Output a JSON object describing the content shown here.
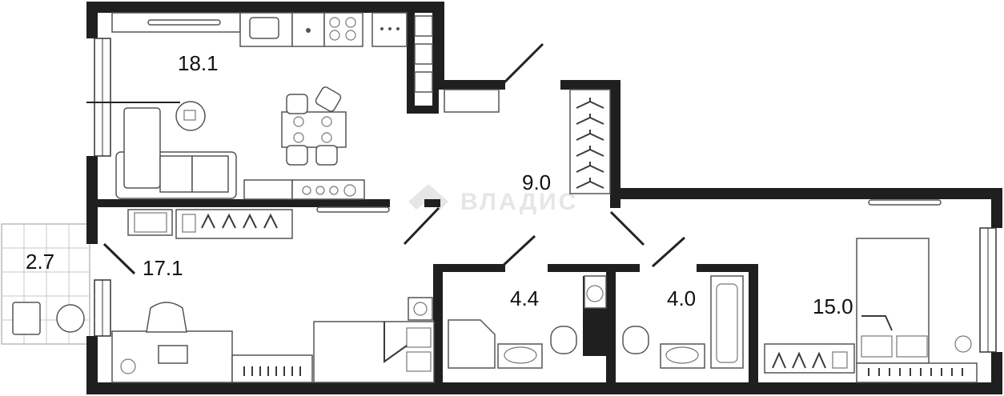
{
  "rooms": [
    {
      "id": "kitchen-living",
      "area": "18.1"
    },
    {
      "id": "hall",
      "area": "9.0"
    },
    {
      "id": "balcony",
      "area": "2.7"
    },
    {
      "id": "living",
      "area": "17.1"
    },
    {
      "id": "bathroom-1",
      "area": "4.4"
    },
    {
      "id": "bathroom-2",
      "area": "4.0"
    },
    {
      "id": "bedroom",
      "area": "15.0"
    }
  ],
  "watermark": {
    "text": "ВЛАДИС"
  },
  "colors": {
    "wall": "#1f1f1f",
    "furniture_stroke": "#555555",
    "watermark": "#e6e6e6",
    "balcony_grid": "#c9c9c9"
  }
}
